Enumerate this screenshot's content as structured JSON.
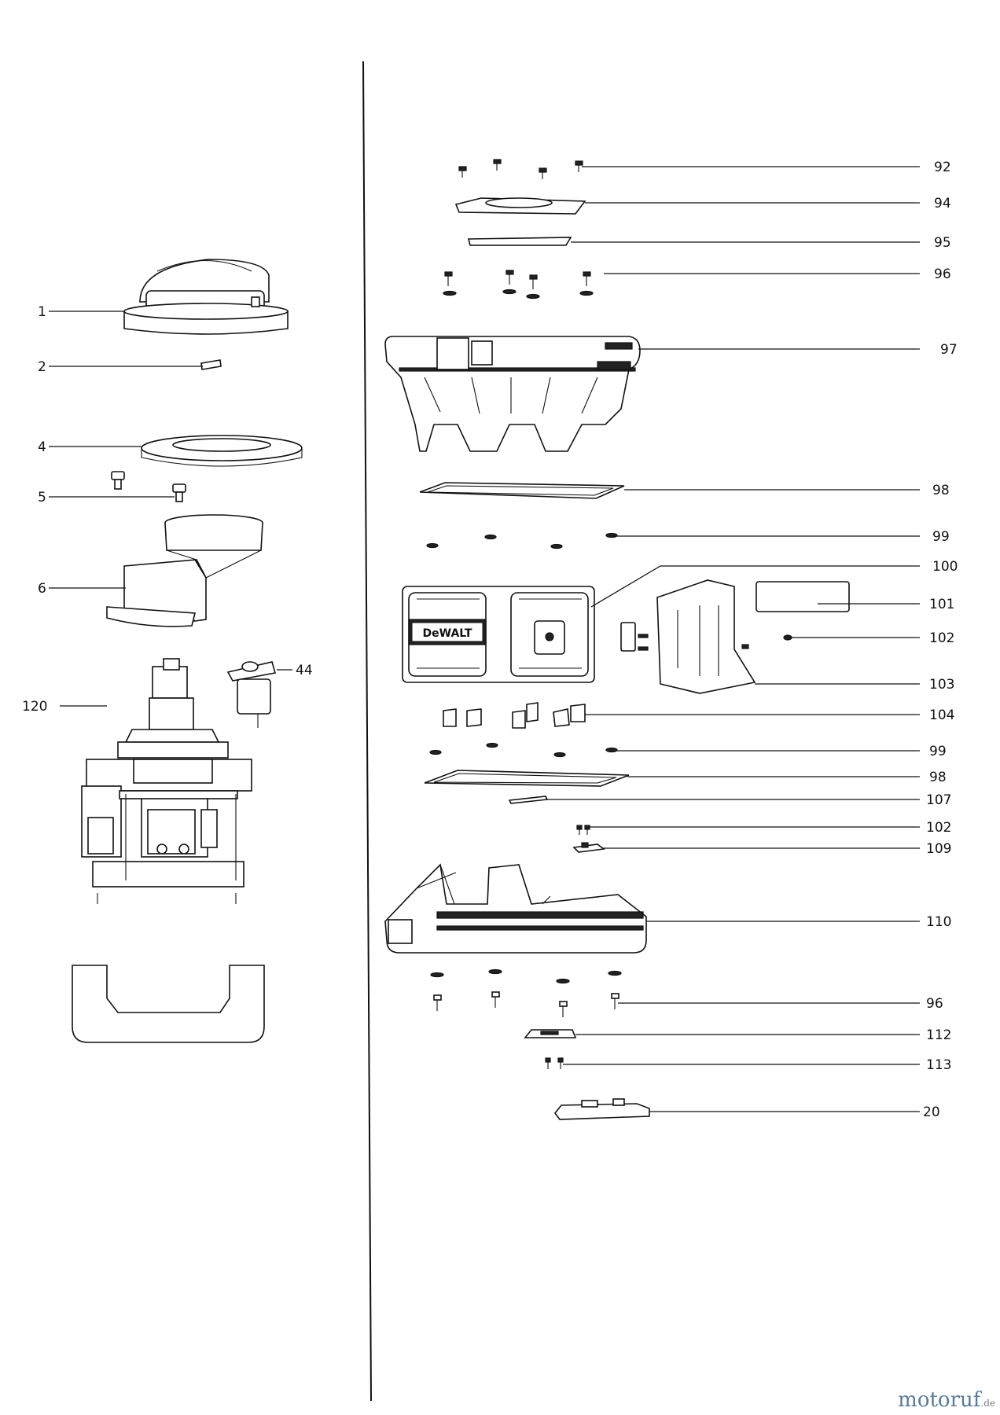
{
  "callouts_left": [
    "1",
    "2",
    "4",
    "5",
    "6",
    "44",
    "120"
  ],
  "callouts_right": [
    "92",
    "94",
    "95",
    "96",
    "97",
    "98",
    "99",
    "100",
    "101",
    "102",
    "103",
    "104",
    "99",
    "98",
    "107",
    "102",
    "109",
    "110",
    "96",
    "112",
    "113",
    "20"
  ],
  "brand_label": "DeWALT",
  "watermark": {
    "text": "motoruf",
    "suffix": ".de"
  },
  "colors": {
    "line": "#111111",
    "watermark": "#5b7b97"
  }
}
